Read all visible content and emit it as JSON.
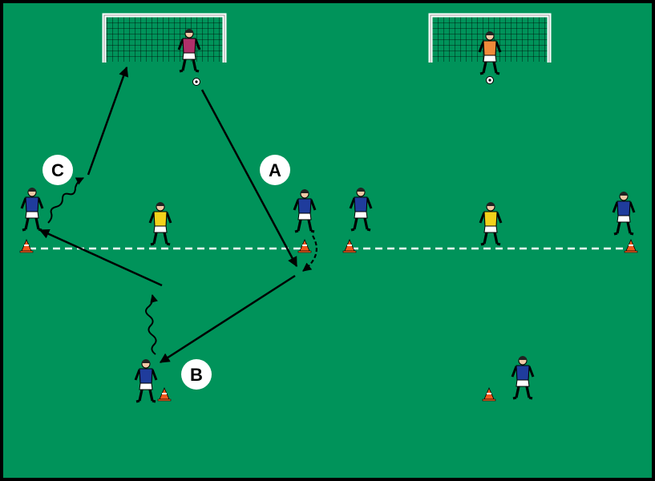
{
  "colors": {
    "pitch": "#00935a",
    "border": "#000000",
    "line": "#ffffff",
    "arrow": "#000000",
    "cone": "#f05a1e",
    "blue_kit": "#1f3c9c",
    "bib": "#f2d21b",
    "keeper_left": "#b0306a",
    "keeper_right": "#f08a3a"
  },
  "labels": {
    "a": "A",
    "b": "B",
    "c": "C"
  },
  "icons": [
    "goal-icon",
    "player-icon",
    "cone-icon",
    "ball-icon",
    "arrow-icon"
  ]
}
